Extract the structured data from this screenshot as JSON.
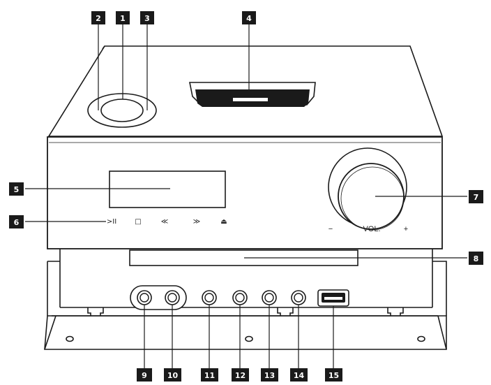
{
  "colors": {
    "line": "#1a1a1a",
    "badge": "#1a1a1a",
    "badge_text": "#ffffff",
    "background": "#ffffff"
  },
  "callouts": {
    "c1": "1",
    "c2": "2",
    "c3": "3",
    "c4": "4",
    "c5": "5",
    "c6": "6",
    "c7": "7",
    "c8": "8",
    "c9": "9",
    "c10": "10",
    "c11": "11",
    "c12": "12",
    "c13": "13",
    "c14": "14",
    "c15": "15"
  },
  "controls": {
    "play_pause": ">II",
    "stop": "□",
    "skip_back": "≪",
    "skip_forward": "≫",
    "eject": "⏏"
  },
  "volume": {
    "label": "VOL.",
    "minus": "−",
    "plus": "+"
  }
}
